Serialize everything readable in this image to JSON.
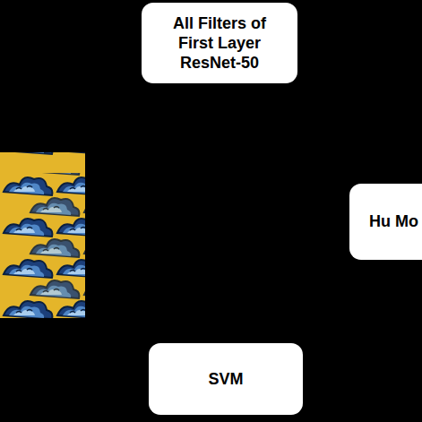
{
  "diagram": {
    "nodes": [
      {
        "text": [
          "All Filters of First Layer ResNet-50"
        ]
      },
      {
        "text": [
          "Hu Mo"
        ]
      },
      {
        "text": [
          "SVM"
        ]
      }
    ]
  }
}
